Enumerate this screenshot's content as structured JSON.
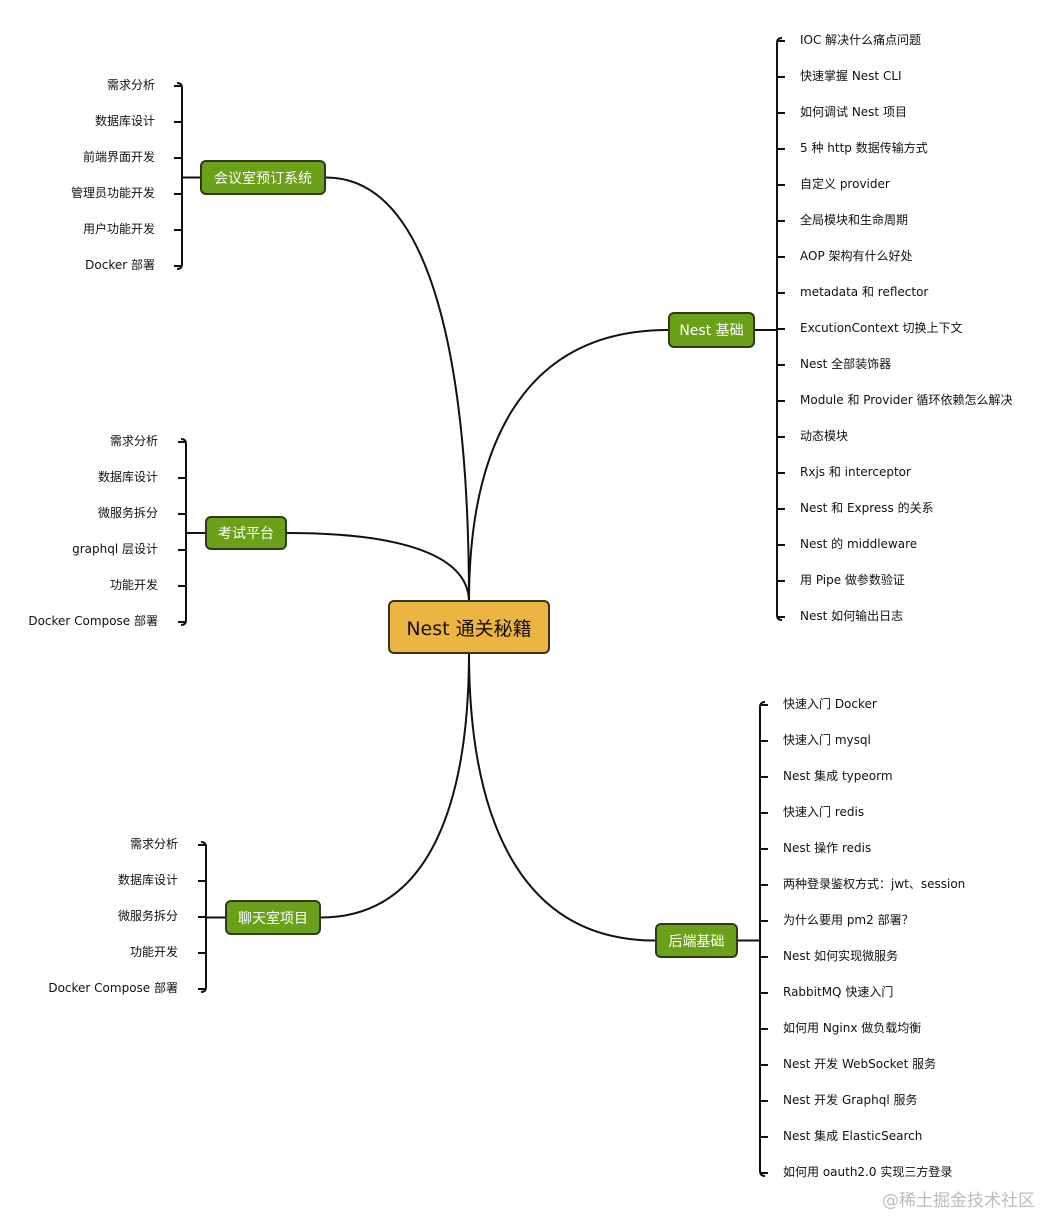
{
  "root": {
    "label": "Nest 通关秘籍"
  },
  "branches": {
    "meeting": {
      "label": "会议室预订系统",
      "items": [
        "需求分析",
        "数据库设计",
        "前端界面开发",
        "管理员功能开发",
        "用户功能开发",
        "Docker 部署"
      ]
    },
    "exam": {
      "label": "考试平台",
      "items": [
        "需求分析",
        "数据库设计",
        "微服务拆分",
        "graphql 层设计",
        "功能开发",
        "Docker Compose 部署"
      ]
    },
    "chat": {
      "label": "聊天室项目",
      "items": [
        "需求分析",
        "数据库设计",
        "微服务拆分",
        "功能开发",
        "Docker Compose 部署"
      ]
    },
    "nest": {
      "label": "Nest 基础",
      "items": [
        "IOC 解决什么痛点问题",
        "快速掌握 Nest CLI",
        "如何调试 Nest 项目",
        "5 种 http 数据传输方式",
        "自定义 provider",
        "全局模块和生命周期",
        "AOP 架构有什么好处",
        "metadata 和 reflector",
        "ExcutionContext 切换上下文",
        "Nest 全部装饰器",
        "Module 和 Provider 循环依赖怎么解决",
        "动态模块",
        "Rxjs 和 interceptor",
        "Nest 和 Express 的关系",
        "Nest 的 middleware",
        "用 Pipe 做参数验证",
        "Nest 如何输出日志"
      ]
    },
    "backend": {
      "label": "后端基础",
      "items": [
        "快速入门 Docker",
        "快速入门 mysql",
        "Nest 集成 typeorm",
        "快速入门 redis",
        "Nest 操作 redis",
        "两种登录鉴权方式：jwt、session",
        "为什么要用 pm2 部署？",
        "Nest 如何实现微服务",
        "RabbitMQ 快速入门",
        "如何用 Nginx 做负载均衡",
        "Nest 开发 WebSocket 服务",
        "Nest 开发 Graphql 服务",
        "Nest 集成 ElasticSearch",
        "如何用 oauth2.0 实现三方登录"
      ]
    }
  },
  "watermark": "@稀土掘金技术社区",
  "colors": {
    "root_fill": "#ecb441",
    "branch_fill": "#6aa118",
    "line": "#111111"
  }
}
